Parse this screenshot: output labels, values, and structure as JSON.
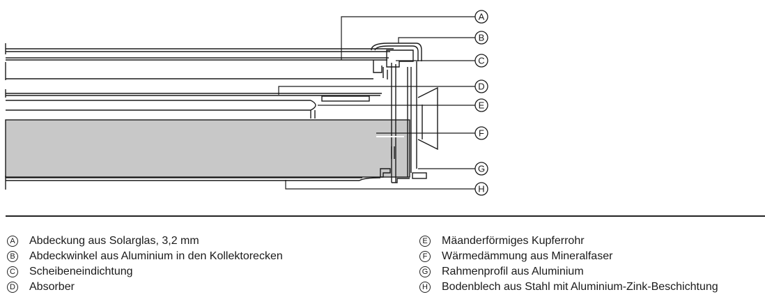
{
  "colors": {
    "line": "#1a1a1a",
    "insulation": "#c8c8c8",
    "background": "#ffffff"
  },
  "callouts": [
    {
      "key": "A",
      "letter": "A"
    },
    {
      "key": "B",
      "letter": "B"
    },
    {
      "key": "C",
      "letter": "C"
    },
    {
      "key": "D",
      "letter": "D"
    },
    {
      "key": "E",
      "letter": "E"
    },
    {
      "key": "F",
      "letter": "F"
    },
    {
      "key": "G",
      "letter": "G"
    },
    {
      "key": "H",
      "letter": "H"
    }
  ],
  "legend": {
    "left": [
      {
        "letter": "A",
        "text": "Abdeckung aus Solarglas, 3,2 mm"
      },
      {
        "letter": "B",
        "text": "Abdeckwinkel aus Aluminium in den Kollektorecken"
      },
      {
        "letter": "C",
        "text": "Scheibeneindichtung"
      },
      {
        "letter": "D",
        "text": "Absorber"
      }
    ],
    "right": [
      {
        "letter": "E",
        "text": "Mäanderförmiges Kupferrohr"
      },
      {
        "letter": "F",
        "text": "Wärmedämmung aus Mineralfaser"
      },
      {
        "letter": "G",
        "text": "Rahmenprofil aus Aluminium"
      },
      {
        "letter": "H",
        "text": "Bodenblech aus Stahl mit Aluminium-Zink-Beschichtung"
      }
    ]
  }
}
